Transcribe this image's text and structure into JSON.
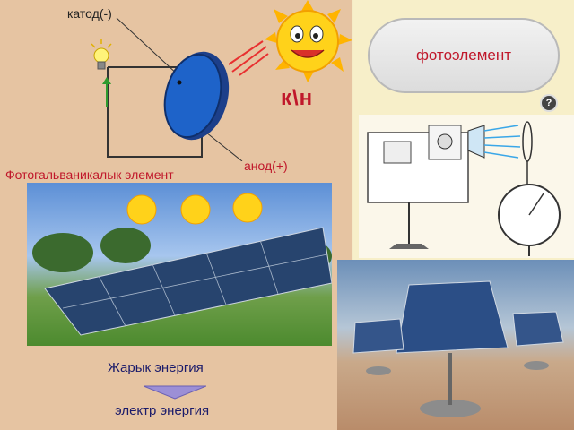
{
  "labels": {
    "cathode": "катод(-)",
    "anode": "анод(+)",
    "element_title": "Фотогальваникалык элемент",
    "photoelement": "фотоэлемент",
    "kn": "к\\н",
    "help": "?",
    "light_energy": "Жарык  энергия",
    "electric_energy": "электр энергия"
  },
  "colors": {
    "accent_red": "#c0172a",
    "left_bg": "#e6c4a2",
    "right_bg": "#f7efc9",
    "disk_blue": "#1e63c9"
  },
  "icons": {
    "sun": "sun-face-icon",
    "bulb": "light-bulb-icon",
    "help": "question-mark-icon",
    "arrow": "down-arrow-icon"
  }
}
